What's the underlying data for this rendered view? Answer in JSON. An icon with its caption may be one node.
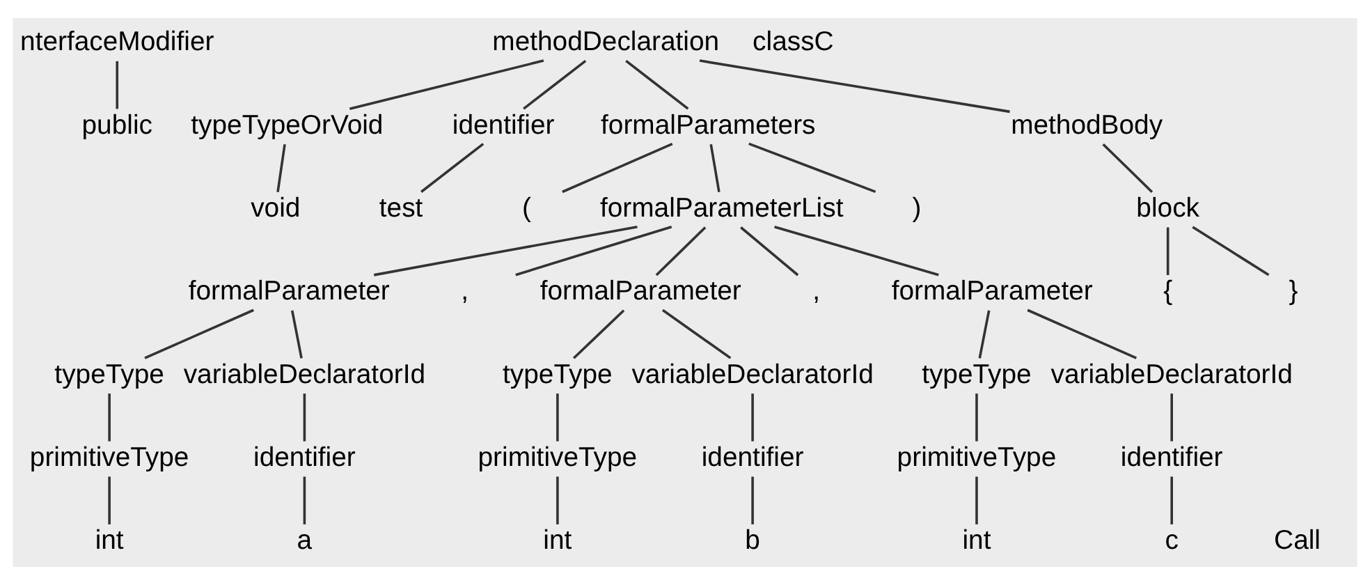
{
  "diagram": {
    "nodes": [
      {
        "text": [
          "nterfaceModifier"
        ]
      },
      {
        "text": [
          "methodDeclaration"
        ]
      },
      {
        "text": [
          "classC"
        ]
      },
      {
        "text": [
          "public"
        ]
      },
      {
        "text": [
          "typeTypeOrVoid"
        ]
      },
      {
        "text": [
          "identifier"
        ]
      },
      {
        "text": [
          "formalParameters"
        ]
      },
      {
        "text": [
          "methodBody"
        ]
      },
      {
        "text": [
          "void"
        ]
      },
      {
        "text": [
          "test"
        ]
      },
      {
        "text": [
          "("
        ]
      },
      {
        "text": [
          "formalParameterList"
        ]
      },
      {
        "text": [
          ")"
        ]
      },
      {
        "text": [
          "block"
        ]
      },
      {
        "text": [
          "formalParameter"
        ]
      },
      {
        "text": [
          ","
        ]
      },
      {
        "text": [
          "formalParameter"
        ]
      },
      {
        "text": [
          ","
        ]
      },
      {
        "text": [
          "formalParameter"
        ]
      },
      {
        "text": [
          "{"
        ]
      },
      {
        "text": [
          "}"
        ]
      },
      {
        "text": [
          "typeType"
        ]
      },
      {
        "text": [
          "variableDeclaratorId"
        ]
      },
      {
        "text": [
          "typeType"
        ]
      },
      {
        "text": [
          "variableDeclaratorId"
        ]
      },
      {
        "text": [
          "typeType"
        ]
      },
      {
        "text": [
          "variableDeclaratorId"
        ]
      },
      {
        "text": [
          "primitiveType"
        ]
      },
      {
        "text": [
          "identifier"
        ]
      },
      {
        "text": [
          "primitiveType"
        ]
      },
      {
        "text": [
          "identifier"
        ]
      },
      {
        "text": [
          "primitiveType"
        ]
      },
      {
        "text": [
          "identifier"
        ]
      },
      {
        "text": [
          "Call"
        ]
      },
      {
        "text": [
          "int"
        ]
      },
      {
        "text": [
          "a"
        ]
      },
      {
        "text": [
          "int"
        ]
      },
      {
        "text": [
          "b"
        ]
      },
      {
        "text": [
          "int"
        ]
      },
      {
        "text": [
          "c"
        ]
      }
    ],
    "edges": [
      {
        "from": 0,
        "to": 3,
        "arrow": "none"
      },
      {
        "from": 1,
        "to": 4,
        "arrow": "none"
      },
      {
        "from": 1,
        "to": 5,
        "arrow": "none"
      },
      {
        "from": 1,
        "to": 6,
        "arrow": "none"
      },
      {
        "from": 1,
        "to": 7,
        "arrow": "none"
      },
      {
        "from": 4,
        "to": 8,
        "arrow": "none"
      },
      {
        "from": 5,
        "to": 9,
        "arrow": "none"
      },
      {
        "from": 6,
        "to": 10,
        "arrow": "none"
      },
      {
        "from": 6,
        "to": 11,
        "arrow": "none"
      },
      {
        "from": 6,
        "to": 12,
        "arrow": "none"
      },
      {
        "from": 7,
        "to": 13,
        "arrow": "none"
      },
      {
        "from": 11,
        "to": 14,
        "arrow": "none"
      },
      {
        "from": 11,
        "to": 15,
        "arrow": "none"
      },
      {
        "from": 11,
        "to": 16,
        "arrow": "none"
      },
      {
        "from": 11,
        "to": 17,
        "arrow": "none"
      },
      {
        "from": 11,
        "to": 18,
        "arrow": "none"
      },
      {
        "from": 13,
        "to": 19,
        "arrow": "none"
      },
      {
        "from": 13,
        "to": 20,
        "arrow": "none"
      },
      {
        "from": 14,
        "to": 21,
        "arrow": "none"
      },
      {
        "from": 14,
        "to": 22,
        "arrow": "none"
      },
      {
        "from": 16,
        "to": 23,
        "arrow": "none"
      },
      {
        "from": 16,
        "to": 24,
        "arrow": "none"
      },
      {
        "from": 18,
        "to": 25,
        "arrow": "none"
      },
      {
        "from": 18,
        "to": 26,
        "arrow": "none"
      },
      {
        "from": 21,
        "to": 27,
        "arrow": "none"
      },
      {
        "from": 22,
        "to": 28,
        "arrow": "none"
      },
      {
        "from": 23,
        "to": 29,
        "arrow": "none"
      },
      {
        "from": 24,
        "to": 30,
        "arrow": "none"
      },
      {
        "from": 25,
        "to": 31,
        "arrow": "none"
      },
      {
        "from": 26,
        "to": 32,
        "arrow": "none"
      },
      {
        "from": 27,
        "to": 34,
        "arrow": "none"
      },
      {
        "from": 28,
        "to": 35,
        "arrow": "none"
      },
      {
        "from": 29,
        "to": 36,
        "arrow": "none"
      },
      {
        "from": 30,
        "to": 37,
        "arrow": "none"
      },
      {
        "from": 31,
        "to": 38,
        "arrow": "none"
      },
      {
        "from": 32,
        "to": 39,
        "arrow": "none"
      }
    ]
  }
}
